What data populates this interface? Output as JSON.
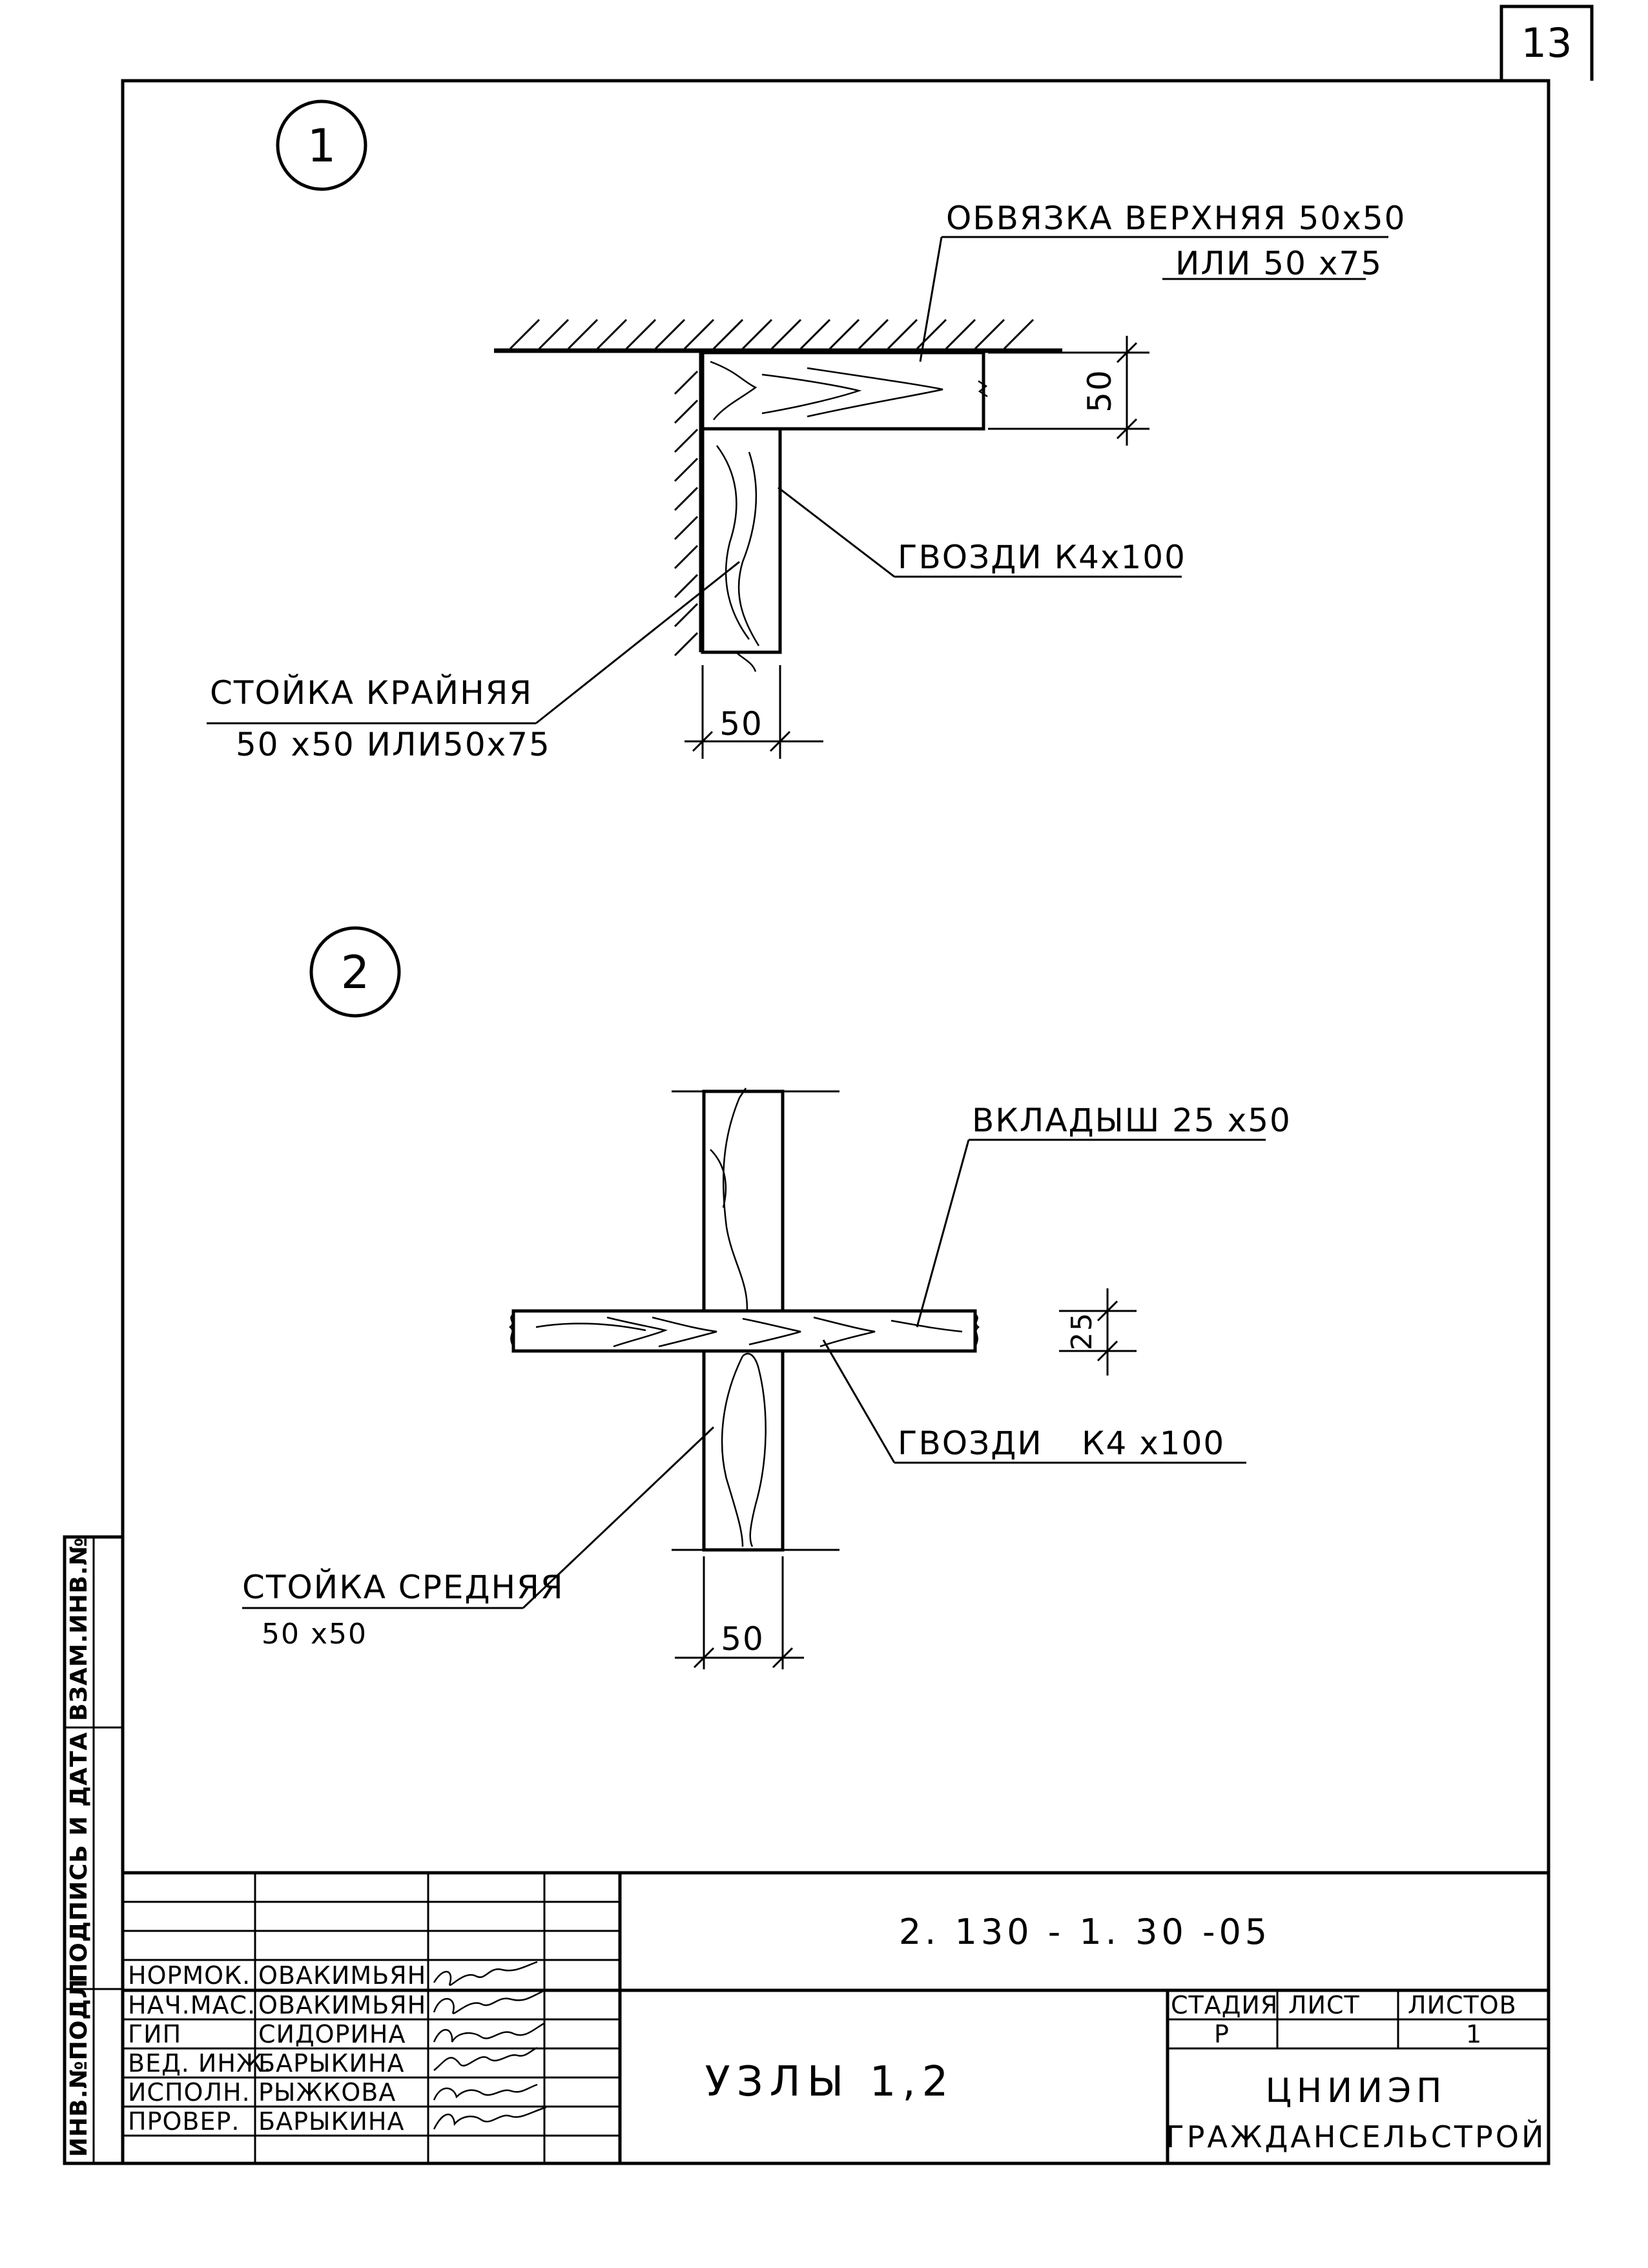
{
  "sheet_number": "13",
  "node1": {
    "marker": "1",
    "top_rail_label_1": "ОБВЯЗКА ВЕРХНЯЯ 50х50",
    "top_rail_label_2": "ИЛИ 50 х75",
    "dim_vertical": "50",
    "nails_label": "ГВОЗДИ К4х100",
    "post_label_1": "СТОЙКА КРАЙНЯЯ",
    "post_label_2": "50 х50 ИЛИ50х75",
    "dim_horizontal": "50"
  },
  "node2": {
    "marker": "2",
    "insert_label": "ВКЛАДЫШ 25 х50",
    "dim_vertical": "25",
    "nails_label_1": "ГВОЗДИ",
    "nails_label_2": "К4 х100",
    "post_label_1": "СТОЙКА СРЕДНЯЯ",
    "post_label_2": "50 х50",
    "dim_horizontal": "50"
  },
  "side_stamp": {
    "inv_podl": "ИНВ.№ПОДЛ",
    "signature_date": "ПОДПИСЬ И ДАТА",
    "vzam_inv": "ВЗАМ.ИНВ.№"
  },
  "title_block": {
    "doc_code": "2. 130 - 1. 30 -05",
    "roles": [
      {
        "role": "НОРМОК.",
        "name": "ОВАКИМЬЯН"
      },
      {
        "role": "НАЧ.МАС.",
        "name": "ОВАКИМЬЯН"
      },
      {
        "role": "ГИП",
        "name": "СИДОРИНА"
      },
      {
        "role": "ВЕД. ИНЖ.",
        "name": "БАРЫКИНА"
      },
      {
        "role": "ИСПОЛН.",
        "name": "РЫЖКОВА"
      },
      {
        "role": "ПРОВЕР.",
        "name": "БАРЫКИНА"
      }
    ],
    "sheet_title": "УЗЛЫ 1,2",
    "stage_header": "СТАДИЯ",
    "sheet_header": "ЛИСТ",
    "sheets_header": "ЛИСТОВ",
    "stage_value": "Р",
    "sheet_value": "",
    "sheets_value": "1",
    "org_line_1": "ЦНИИЭП",
    "org_line_2": "ГРАЖДАНСЕЛЬСТРОЙ"
  }
}
